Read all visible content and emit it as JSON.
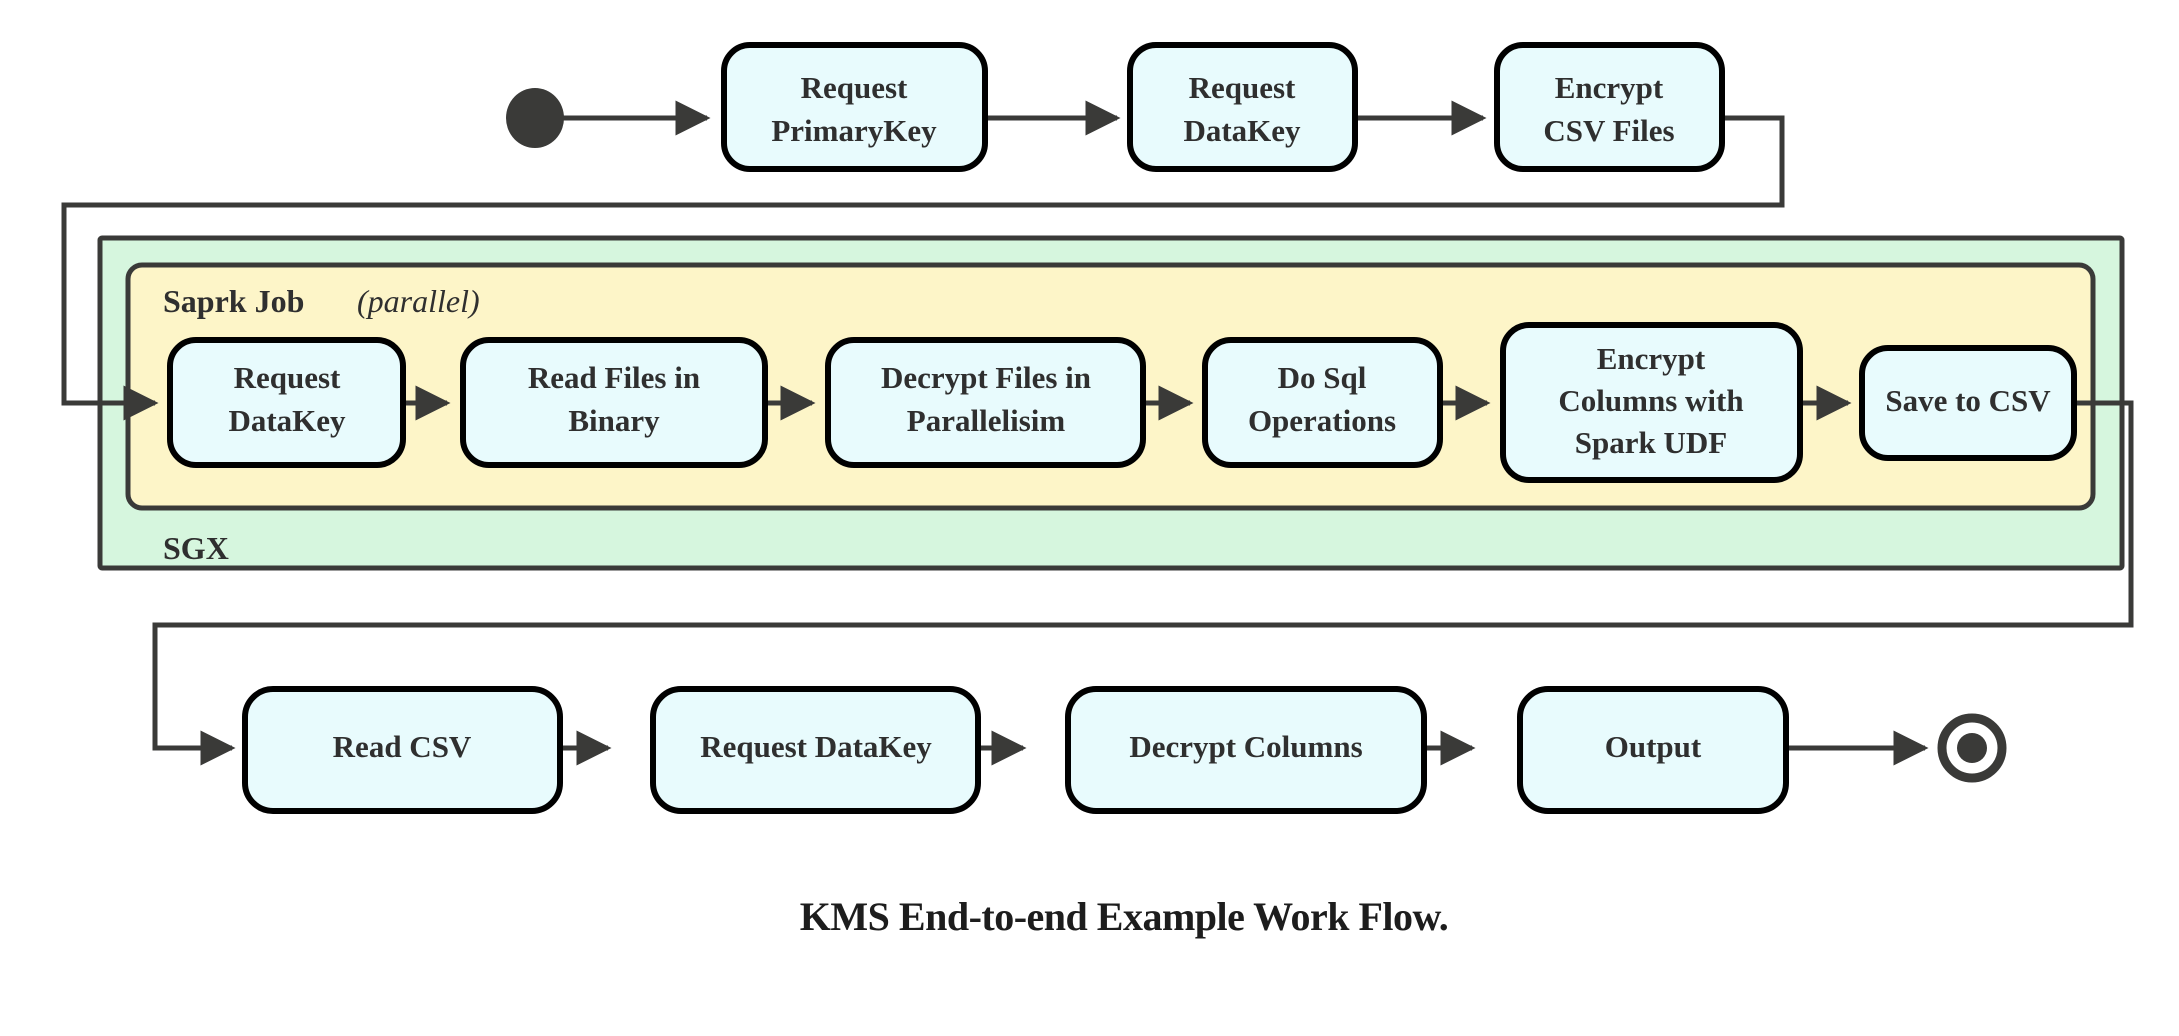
{
  "diagram": {
    "caption": "KMS End-to-end Example Work Flow.",
    "colors": {
      "node_fill": "#e8fbfd",
      "node_stroke": "#000000",
      "sgx_fill": "#d6f6de",
      "spark_fill": "#fdf5c8",
      "edge": "#3a3a38",
      "text": "#2f2f2f",
      "background": "#ffffff"
    },
    "start_node": {
      "name": "start",
      "shape": "filled-circle"
    },
    "end_node": {
      "name": "end",
      "shape": "ring-with-dot"
    },
    "containers": [
      {
        "id": "sgx",
        "label": "SGX",
        "label_position": "bottom-left",
        "fill": "#d6f6de"
      },
      {
        "id": "spark",
        "label": "Saprk Job",
        "label_suffix": "(parallel)",
        "label_suffix_style": "italic",
        "label_position": "top-left",
        "fill": "#fdf5c8"
      }
    ],
    "rows": {
      "top": {
        "name": "top-row",
        "nodes": [
          {
            "id": "request-primarykey",
            "lines": [
              "Request",
              "PrimaryKey"
            ]
          },
          {
            "id": "request-datakey-top",
            "lines": [
              "Request",
              "DataKey"
            ]
          },
          {
            "id": "encrypt-csv-files",
            "lines": [
              "Encrypt",
              "CSV Files"
            ]
          }
        ]
      },
      "middle": {
        "name": "spark-row",
        "nodes": [
          {
            "id": "request-datakey-spark",
            "lines": [
              "Request",
              "DataKey"
            ]
          },
          {
            "id": "read-files-in-binary",
            "lines": [
              "Read Files in",
              "Binary"
            ]
          },
          {
            "id": "decrypt-files-in-parallelisim",
            "lines": [
              "Decrypt Files in",
              "Parallelisim"
            ]
          },
          {
            "id": "do-sql-operations",
            "lines": [
              "Do Sql",
              "Operations"
            ]
          },
          {
            "id": "encrypt-columns-with-spark-udf",
            "lines": [
              "Encrypt",
              "Columns with",
              "Spark UDF"
            ]
          },
          {
            "id": "save-to-csv",
            "lines": [
              "Save to CSV"
            ]
          }
        ]
      },
      "bottom": {
        "name": "bottom-row",
        "nodes": [
          {
            "id": "read-csv",
            "lines": [
              "Read CSV"
            ]
          },
          {
            "id": "request-datakey-bottom",
            "lines": [
              "Request DataKey"
            ]
          },
          {
            "id": "decrypt-columns",
            "lines": [
              "Decrypt Columns"
            ]
          },
          {
            "id": "output",
            "lines": [
              "Output"
            ]
          }
        ]
      }
    },
    "edges": [
      {
        "from": "start",
        "to": "request-primarykey",
        "type": "straight"
      },
      {
        "from": "request-primarykey",
        "to": "request-datakey-top",
        "type": "straight"
      },
      {
        "from": "request-datakey-top",
        "to": "encrypt-csv-files",
        "type": "straight"
      },
      {
        "from": "encrypt-csv-files",
        "to": "request-datakey-spark",
        "type": "orthogonal-wrap-left"
      },
      {
        "from": "request-datakey-spark",
        "to": "read-files-in-binary",
        "type": "straight"
      },
      {
        "from": "read-files-in-binary",
        "to": "decrypt-files-in-parallelisim",
        "type": "straight"
      },
      {
        "from": "decrypt-files-in-parallelisim",
        "to": "do-sql-operations",
        "type": "straight"
      },
      {
        "from": "do-sql-operations",
        "to": "encrypt-columns-with-spark-udf",
        "type": "straight"
      },
      {
        "from": "encrypt-columns-with-spark-udf",
        "to": "save-to-csv",
        "type": "straight"
      },
      {
        "from": "save-to-csv",
        "to": "read-csv",
        "type": "orthogonal-wrap-right"
      },
      {
        "from": "read-csv",
        "to": "request-datakey-bottom",
        "type": "straight"
      },
      {
        "from": "request-datakey-bottom",
        "to": "decrypt-columns",
        "type": "straight"
      },
      {
        "from": "decrypt-columns",
        "to": "output",
        "type": "straight"
      },
      {
        "from": "output",
        "to": "end",
        "type": "straight"
      }
    ]
  }
}
